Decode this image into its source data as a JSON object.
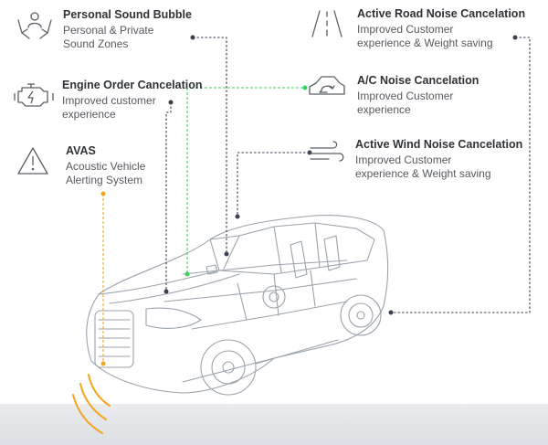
{
  "features": {
    "sound_bubble": {
      "title": "Personal Sound Bubble",
      "desc": "Personal & Private\nSound Zones",
      "icon": "people-hands-icon"
    },
    "engine": {
      "title": "Engine Order Cancelation",
      "desc": "Improved customer\nexperience",
      "icon": "engine-warning-icon"
    },
    "avas": {
      "title": "AVAS",
      "desc": "Acoustic Vehicle\nAlerting System",
      "icon": "warning-triangle-icon"
    },
    "road": {
      "title": "Active Road Noise Cancelation",
      "desc": "Improved Customer\nexperience & Weight saving",
      "icon": "road-icon"
    },
    "ac": {
      "title": "A/C Noise Cancelation",
      "desc": "Improved Customer\nexperience",
      "icon": "car-recirculation-icon"
    },
    "wind": {
      "title": "Active Wind Noise Cancelation",
      "desc": "Improved Customer\nexperience & Weight saving",
      "icon": "wind-icon"
    }
  },
  "colors": {
    "dark_line": "#3b4150",
    "green_line": "#3fcf5c",
    "orange_line": "#f2a51d",
    "text_title": "#2f3338",
    "text_desc": "#555a60"
  }
}
